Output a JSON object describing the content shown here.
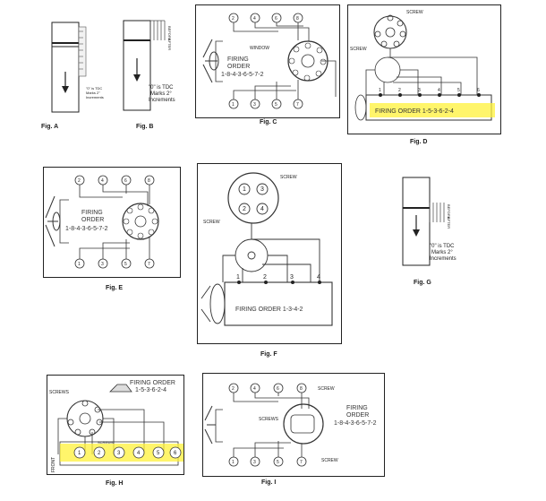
{
  "figures": {
    "a": {
      "caption": "Fig. A",
      "note": "\"0\" is TDC Marks 2° Increments"
    },
    "b": {
      "caption": "Fig. B",
      "note_line1": "\"0\" is TDC",
      "note_line2": "Marks 2°",
      "note_line3": "Increments",
      "before": "BEFORE",
      "after": "AFTER"
    },
    "c": {
      "caption": "Fig. C",
      "window": "WINDOW",
      "firing_line1": "FIRING",
      "firing_line2": "ORDER",
      "order": "1-8-4-3-6-5-7-2"
    },
    "d": {
      "caption": "Fig. D",
      "screw_top": "SCREW",
      "screw_left": "SCREW",
      "firing": "FIRING ORDER 1-5-3-6-2-4"
    },
    "e": {
      "caption": "Fig. E",
      "firing_line1": "FIRING",
      "firing_line2": "ORDER",
      "order": "1-8-4-3-6-5-7-2"
    },
    "f": {
      "caption": "Fig. F",
      "screw_top": "SCREW",
      "screw_left": "SCREW",
      "firing": "FIRING ORDER 1-3-4-2"
    },
    "g": {
      "caption": "Fig. G",
      "note_line1": "\"0\" is TDC",
      "note_line2": "Marks 2°",
      "note_line3": "Increments",
      "before": "BEFORE",
      "after": "AFTER"
    },
    "h": {
      "caption": "Fig. H",
      "screws_top": "SCREWS",
      "screws_low": "SCREWS",
      "firing_line1": "FIRING ORDER",
      "firing_line2": "1-5-3-6-2-4",
      "front": "FRONT"
    },
    "i": {
      "caption": "Fig. I",
      "screw_top": "SCREW",
      "screws_mid": "SCREWS",
      "screw_bottom": "SCREW",
      "firing_line1": "FIRING",
      "firing_line2": "ORDER",
      "order": "1-8-4-3-6-5-7-2"
    }
  },
  "colors": {
    "highlight": "#fff23a",
    "ink": "#222222"
  }
}
